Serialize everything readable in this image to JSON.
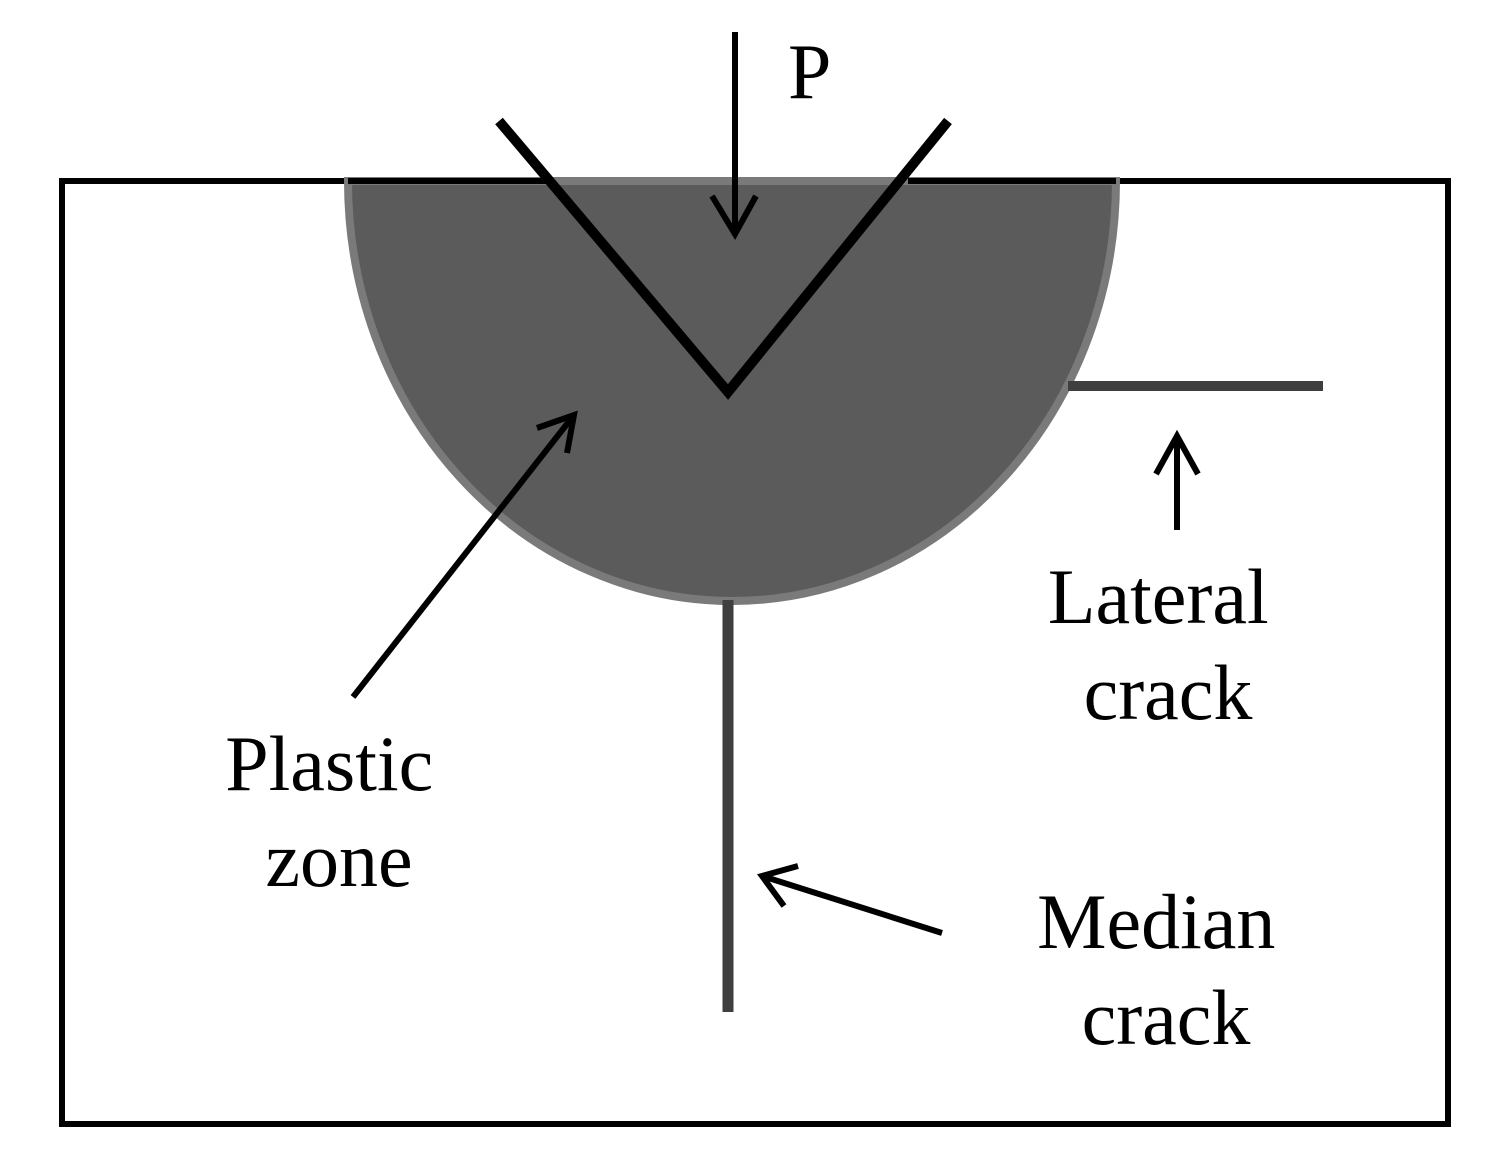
{
  "load_label": "P",
  "labels": {
    "plastic_zone": [
      "Plastic",
      "zone"
    ],
    "lateral_crack": [
      "Lateral",
      "crack"
    ],
    "median_crack": [
      "Median",
      "crack"
    ]
  },
  "colors": {
    "background": "#ffffff",
    "outline": "#000000",
    "plastic_zone_fill": "#5b5b5b",
    "plastic_zone_edge": "#7a7a7a",
    "crack": "#3f3f3f"
  }
}
